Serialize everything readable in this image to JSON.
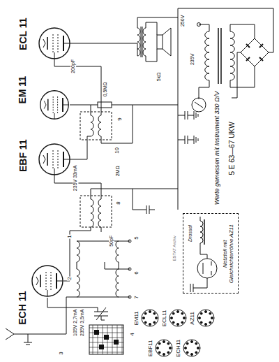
{
  "diagram": {
    "nodes": [
      {
        "text": [
          "Netzteil mit Gleichrichterröhre AZ11",
          "Drossel"
        ]
      }
    ],
    "labels": [
      "ECH 11",
      "EBF 11",
      "EM 11",
      "ECL 11",
      "Werte gemessen mit Instrument 330 Ω/V",
      "5 E 63—67 UKW",
      "105V 2,7mA",
      "235V 3,5mA",
      "235V 33mA",
      "235V",
      "250V",
      "0,5MΩ",
      "200pF",
      "2MΩ",
      "50pF",
      "5kΩ",
      "ESTAT Archiv",
      "EM11",
      "ECL11",
      "AZ11",
      "EBF11",
      "ECH11",
      "1",
      "2",
      "3",
      "4",
      "5",
      "6",
      "7",
      "8",
      "9",
      "10"
    ]
  }
}
